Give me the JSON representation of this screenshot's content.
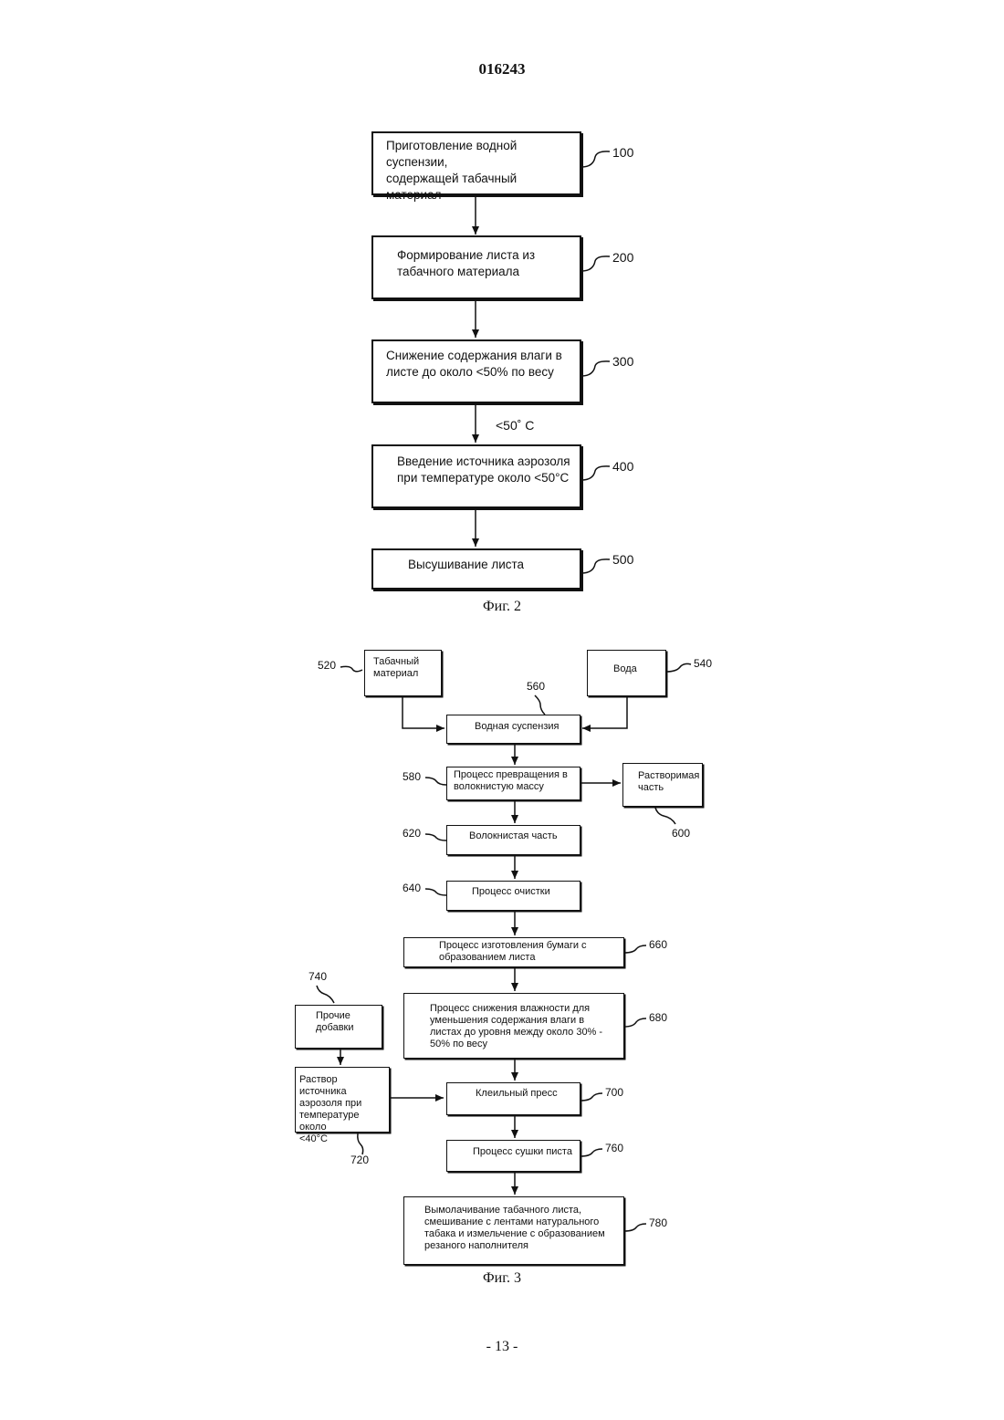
{
  "document_number": "016243",
  "page_number": "- 13 -",
  "fig2": {
    "caption": "Фиг. 2",
    "steps": [
      {
        "ref": "100",
        "text": "Приготовление водной суспензии,\nсодержащей табачный материал"
      },
      {
        "ref": "200",
        "text": "Формирование листа из\nтабачного материала"
      },
      {
        "ref": "300",
        "text": "Снижение содержания влаги в\nлисте до около <50% по весу"
      },
      {
        "ref": "400",
        "text": "Введение источника аэрозоля\nпри температуре около <50°С"
      },
      {
        "ref": "500",
        "text": "Высушивание листа"
      }
    ],
    "arrow_label": "<50˚ С"
  },
  "fig3": {
    "caption": "Фиг. 3",
    "tobacco": {
      "ref": "520",
      "text": "Табачный\nматериал"
    },
    "water": {
      "ref": "540",
      "text": "Вода"
    },
    "slurry": {
      "ref": "560",
      "text": "Водная суспензия"
    },
    "pulping": {
      "ref": "580",
      "text": "Процесс превращения в\nволокнистую массу"
    },
    "soluble": {
      "ref": "600",
      "text": "Растворимая\nчасть"
    },
    "fibrous": {
      "ref": "620",
      "text": "Волокнистая часть"
    },
    "refining": {
      "ref": "640",
      "text": "Процесс очистки"
    },
    "papermaking": {
      "ref": "660",
      "text": "Процесс изготовления бумаги с\nобразованием листа"
    },
    "dewatering": {
      "ref": "680",
      "text": "Процесс снижения влажности для\nуменьшения содержания влаги в\nлистах до уровня между около 30% -\n50% по весу"
    },
    "additives": {
      "ref": "740",
      "text": "Прочие\nдобавки"
    },
    "aerosol": {
      "ref": "720",
      "text": "Раствор источника\nаэрозоля при\nтемпературе около\n<40°С"
    },
    "size_press": {
      "ref": "700",
      "text": "Клеильный пресс"
    },
    "drying": {
      "ref": "760",
      "text": "Процесс сушки писта"
    },
    "final": {
      "ref": "780",
      "text": "Вымолачивание табачного листа,\nсмешивание с лентами натурального\nтабака и измельчение с образованием\nрезаного наполнителя"
    }
  }
}
